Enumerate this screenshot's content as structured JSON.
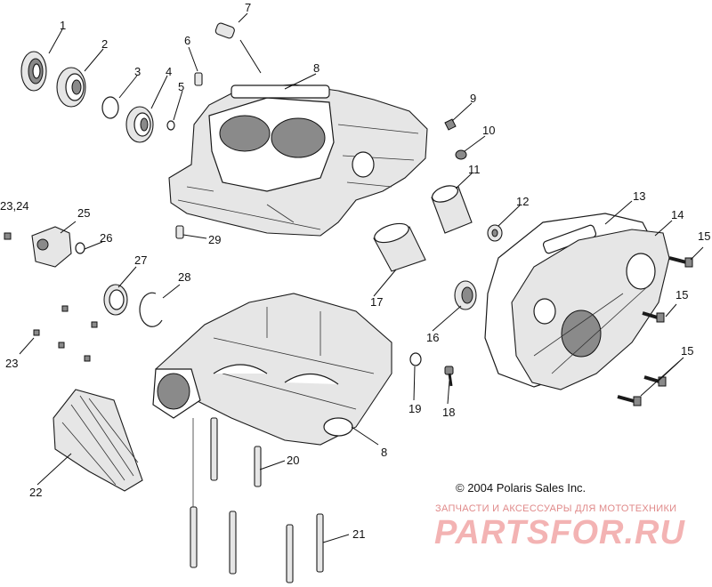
{
  "copyright": "© 2004 Polaris Sales Inc.",
  "watermark": {
    "subtitle": "ЗАПЧАСТИ И АКСЕССУАРЫ ДЛЯ МОТОТЕХНИКИ",
    "logo": "PARTSFOR.RU"
  },
  "callouts": [
    "1",
    "2",
    "3",
    "4",
    "5",
    "6",
    "7",
    "8",
    "8",
    "9",
    "10",
    "11",
    "12",
    "13",
    "14",
    "15",
    "15",
    "15",
    "16",
    "17",
    "18",
    "19",
    "20",
    "21",
    "22",
    "23",
    "23,24",
    "25",
    "26",
    "27",
    "28",
    "29"
  ],
  "colors": {
    "line": "#1a1a1a",
    "watermark": "#f3b3b3"
  }
}
